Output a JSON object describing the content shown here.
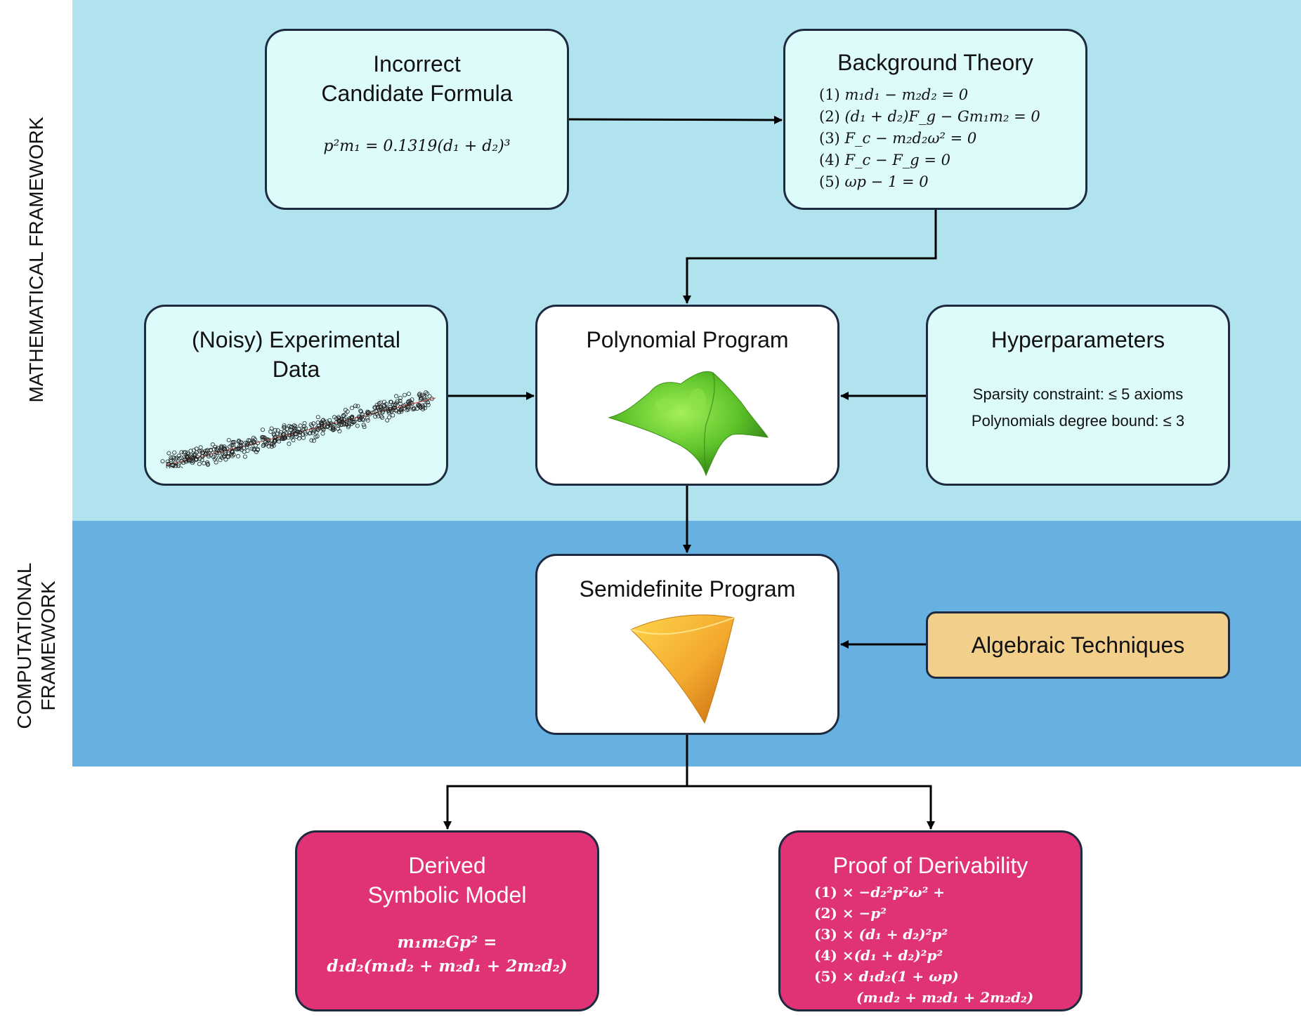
{
  "side_labels": {
    "math": "MATHEMATICAL FRAMEWORK",
    "comp_line1": "COMPUTATIONAL",
    "comp_line2": "FRAMEWORK"
  },
  "candidate": {
    "title_line1": "Incorrect",
    "title_line2": "Candidate Formula",
    "formula": "p²m₁ = 0.1319(d₁ + d₂)³"
  },
  "theory": {
    "title": "Background Theory",
    "equations": [
      {
        "num": "(1)",
        "eq": "m₁d₁ − m₂d₂ = 0"
      },
      {
        "num": "(2)",
        "eq": "(d₁ + d₂)F_g − Gm₁m₂ = 0"
      },
      {
        "num": "(3)",
        "eq": "F_c − m₂d₂ω² = 0"
      },
      {
        "num": "(4)",
        "eq": "F_c − F_g = 0"
      },
      {
        "num": "(5)",
        "eq": "ωp − 1 = 0"
      }
    ]
  },
  "data_box": {
    "title_line1": "(Noisy) Experimental",
    "title_line2": "Data"
  },
  "poly": {
    "title": "Polynomial Program"
  },
  "hyper": {
    "title": "Hyperparameters",
    "line1": "Sparsity constraint: ≤ 5 axioms",
    "line2": "Polynomials degree bound: ≤ 3"
  },
  "sdp": {
    "title": "Semidefinite Program"
  },
  "algebraic": {
    "title": "Algebraic Techniques"
  },
  "derived": {
    "title_line1": "Derived",
    "title_line2": "Symbolic Model",
    "model_line1": "m₁m₂Gp² =",
    "model_line2": "d₁d₂(m₁d₂ + m₂d₁ + 2m₂d₂)"
  },
  "proof": {
    "title": "Proof of Derivability",
    "lines": [
      {
        "num": "(1)",
        "eq": "× −d₂²p²ω² +"
      },
      {
        "num": "(2)",
        "eq": "× −p²"
      },
      {
        "num": "(3)",
        "eq": "× (d₁ + d₂)²p²"
      },
      {
        "num": "(4)",
        "eq": "×(d₁ + d₂)²p²"
      },
      {
        "num": "(5)",
        "eq": "× d₁d₂(1 + ωp)"
      }
    ],
    "continuation": "(m₁d₂ + m₂d₁ + 2m₂d₂)"
  },
  "colors": {
    "math_band": "#b1e3ef",
    "comp_band": "#66b0e2",
    "light_box": "#ddfbfb",
    "tan_box": "#f2cf8a",
    "pink_box": "#e03376",
    "surface_green": "#5fc52a",
    "cone_orange": "#f3a92e"
  }
}
